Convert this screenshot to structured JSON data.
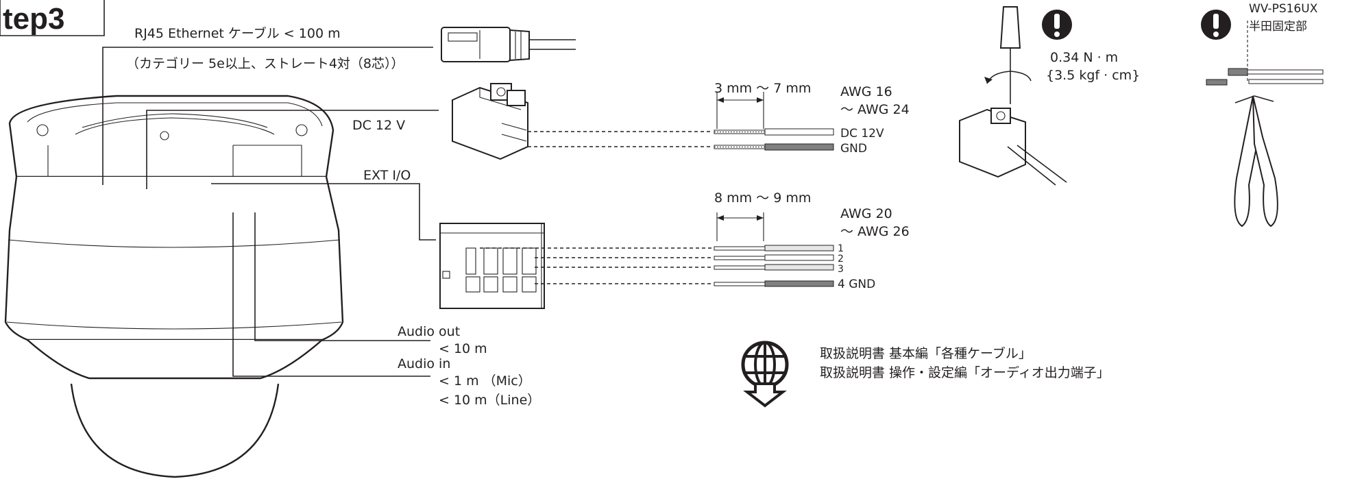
{
  "step": {
    "label": "tep3"
  },
  "cables": {
    "rj45_line1": "RJ45 Ethernet ケーブル < 100 m",
    "rj45_line2": "（カテゴリー 5e以上、ストレート4対（8芯））",
    "dc_label": "DC 12 V",
    "ext_label": "EXT I/O",
    "audio_out_label": "Audio out",
    "audio_out_len": "< 10 m",
    "audio_in_label": "Audio in",
    "audio_in_mic": "< 1 m （Mic）",
    "audio_in_line": "< 10 m（Line）"
  },
  "power_wire": {
    "strip_length": "3 mm ～ 7 mm",
    "awg_top": "AWG 16",
    "awg_bottom": "～ AWG 24",
    "wire1": "DC 12V",
    "wire2": "GND"
  },
  "io_wire": {
    "strip_length": "8 mm ～ 9 mm",
    "awg_top": "AWG 20",
    "awg_bottom": "～ AWG 26",
    "wires": [
      "1",
      "2",
      "3",
      "4 GND"
    ]
  },
  "torque": {
    "value": "0.34 N · m",
    "value_alt": "{3.5 kgf · cm}"
  },
  "solder_note": {
    "line1": "WV-PS16UX",
    "line2": "半田固定部"
  },
  "manual_refs": {
    "line1": "取扱説明書 基本編「各種ケーブル」",
    "line2": "取扱説明書 操作・設定編「オーディオ出力端子」"
  },
  "icons": [
    "warning-icon",
    "web-download-icon",
    "screwdriver-icon",
    "pliers-icon",
    "ethernet-plug-icon",
    "terminal-block-icon",
    "camera-dome-icon"
  ]
}
